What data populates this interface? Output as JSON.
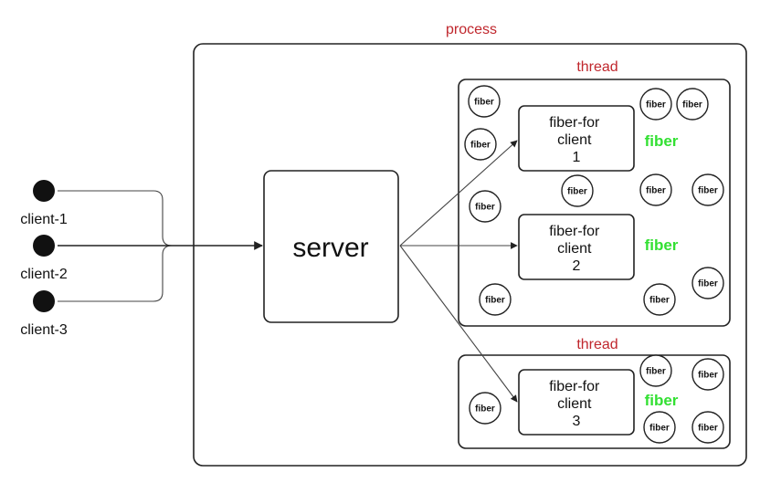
{
  "process_label": "process",
  "server_label": "server",
  "clients": [
    {
      "label": "client-1"
    },
    {
      "label": "client-2"
    },
    {
      "label": "client-3"
    }
  ],
  "threads": [
    {
      "label": "thread",
      "boxes": [
        {
          "lines": [
            "fiber-for",
            "client",
            "1"
          ],
          "side_label": "fiber"
        },
        {
          "lines": [
            "fiber-for",
            "client",
            "2"
          ],
          "side_label": "fiber"
        }
      ]
    },
    {
      "label": "thread",
      "boxes": [
        {
          "lines": [
            "fiber-for",
            "client",
            "3"
          ],
          "side_label": "fiber"
        }
      ]
    }
  ],
  "small_fiber_label": "fiber",
  "colors": {
    "label_red": "#c0272d",
    "fiber_green": "#33e033"
  }
}
